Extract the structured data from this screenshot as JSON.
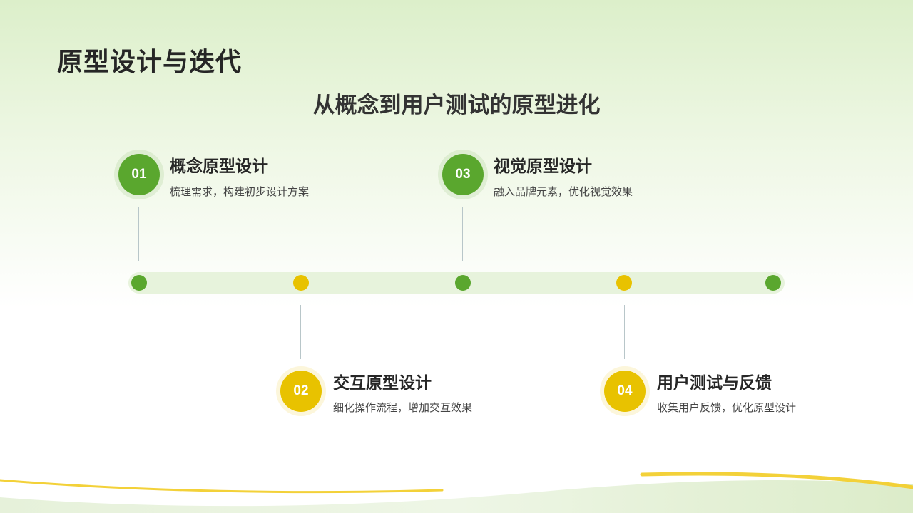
{
  "header": {
    "title": "原型设计与迭代",
    "subtitle": "从概念到用户测试的原型进化"
  },
  "colors": {
    "green": "#5aa72e",
    "yellow": "#e8c200",
    "track": "#e7f3dc"
  },
  "timeline": {
    "steps": [
      {
        "number": "01",
        "title": "概念原型设计",
        "desc": "梳理需求，构建初步设计方案",
        "color": "green"
      },
      {
        "number": "02",
        "title": "交互原型设计",
        "desc": "细化操作流程，增加交互效果",
        "color": "yellow"
      },
      {
        "number": "03",
        "title": "视觉原型设计",
        "desc": "融入品牌元素，优化视觉效果",
        "color": "green"
      },
      {
        "number": "04",
        "title": "用户测试与反馈",
        "desc": "收集用户反馈，优化原型设计",
        "color": "yellow"
      }
    ]
  }
}
